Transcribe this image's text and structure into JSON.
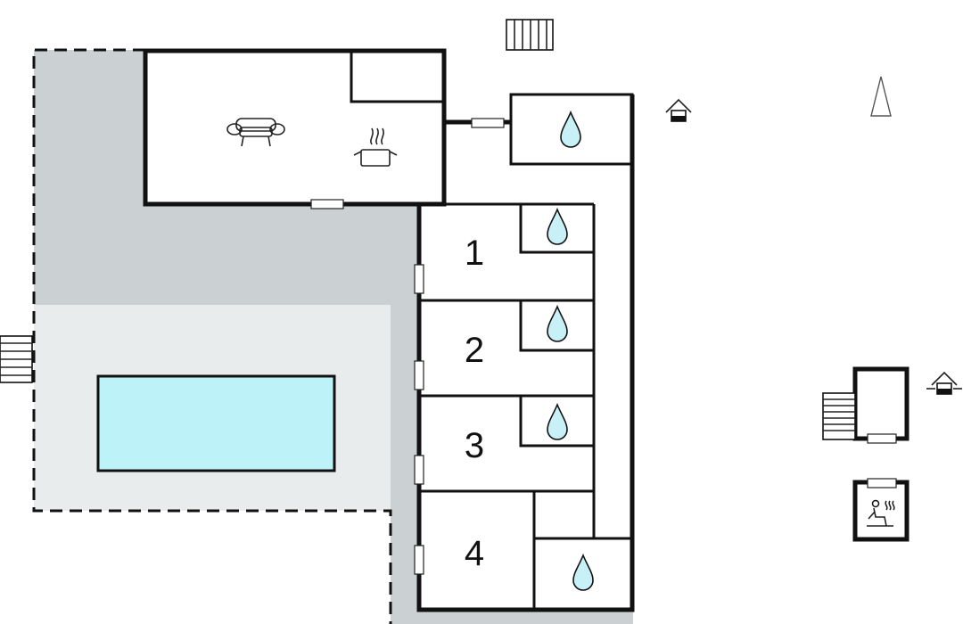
{
  "rooms": {
    "room_1": "1",
    "room_2": "2",
    "room_3": "3",
    "room_4": "4"
  },
  "colors": {
    "terrace": "#cbd1d3",
    "pool_deck": "#e8ecec",
    "pool_water": "#bdf3f8",
    "water_drop": "#c7f1f6",
    "wall": "#111111"
  },
  "icons": [
    "sofa-icon",
    "cooking-pot-icon",
    "water-drop-icon",
    "sauna-icon",
    "house-marker-icon",
    "north-arrow-icon",
    "stairs-icon"
  ]
}
